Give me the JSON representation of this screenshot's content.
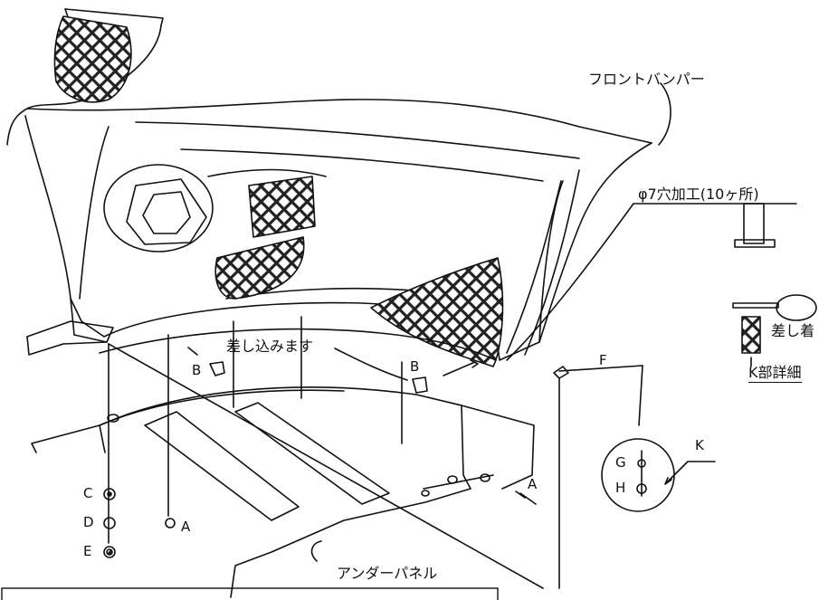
{
  "labels": {
    "front_bumper": "フロントバンパー",
    "hole_process": "φ7穴加工(10ヶ所)",
    "insert_note": "差し込みます",
    "under_panel": "アンダーパネル",
    "k_detail": "K部詳細",
    "sashi_partial": "差し着",
    "part_a": "A",
    "part_b": "B",
    "part_c": "C",
    "part_d": "D",
    "part_e": "E",
    "part_f": "F",
    "part_g": "G",
    "part_h": "H",
    "part_k": "K"
  }
}
